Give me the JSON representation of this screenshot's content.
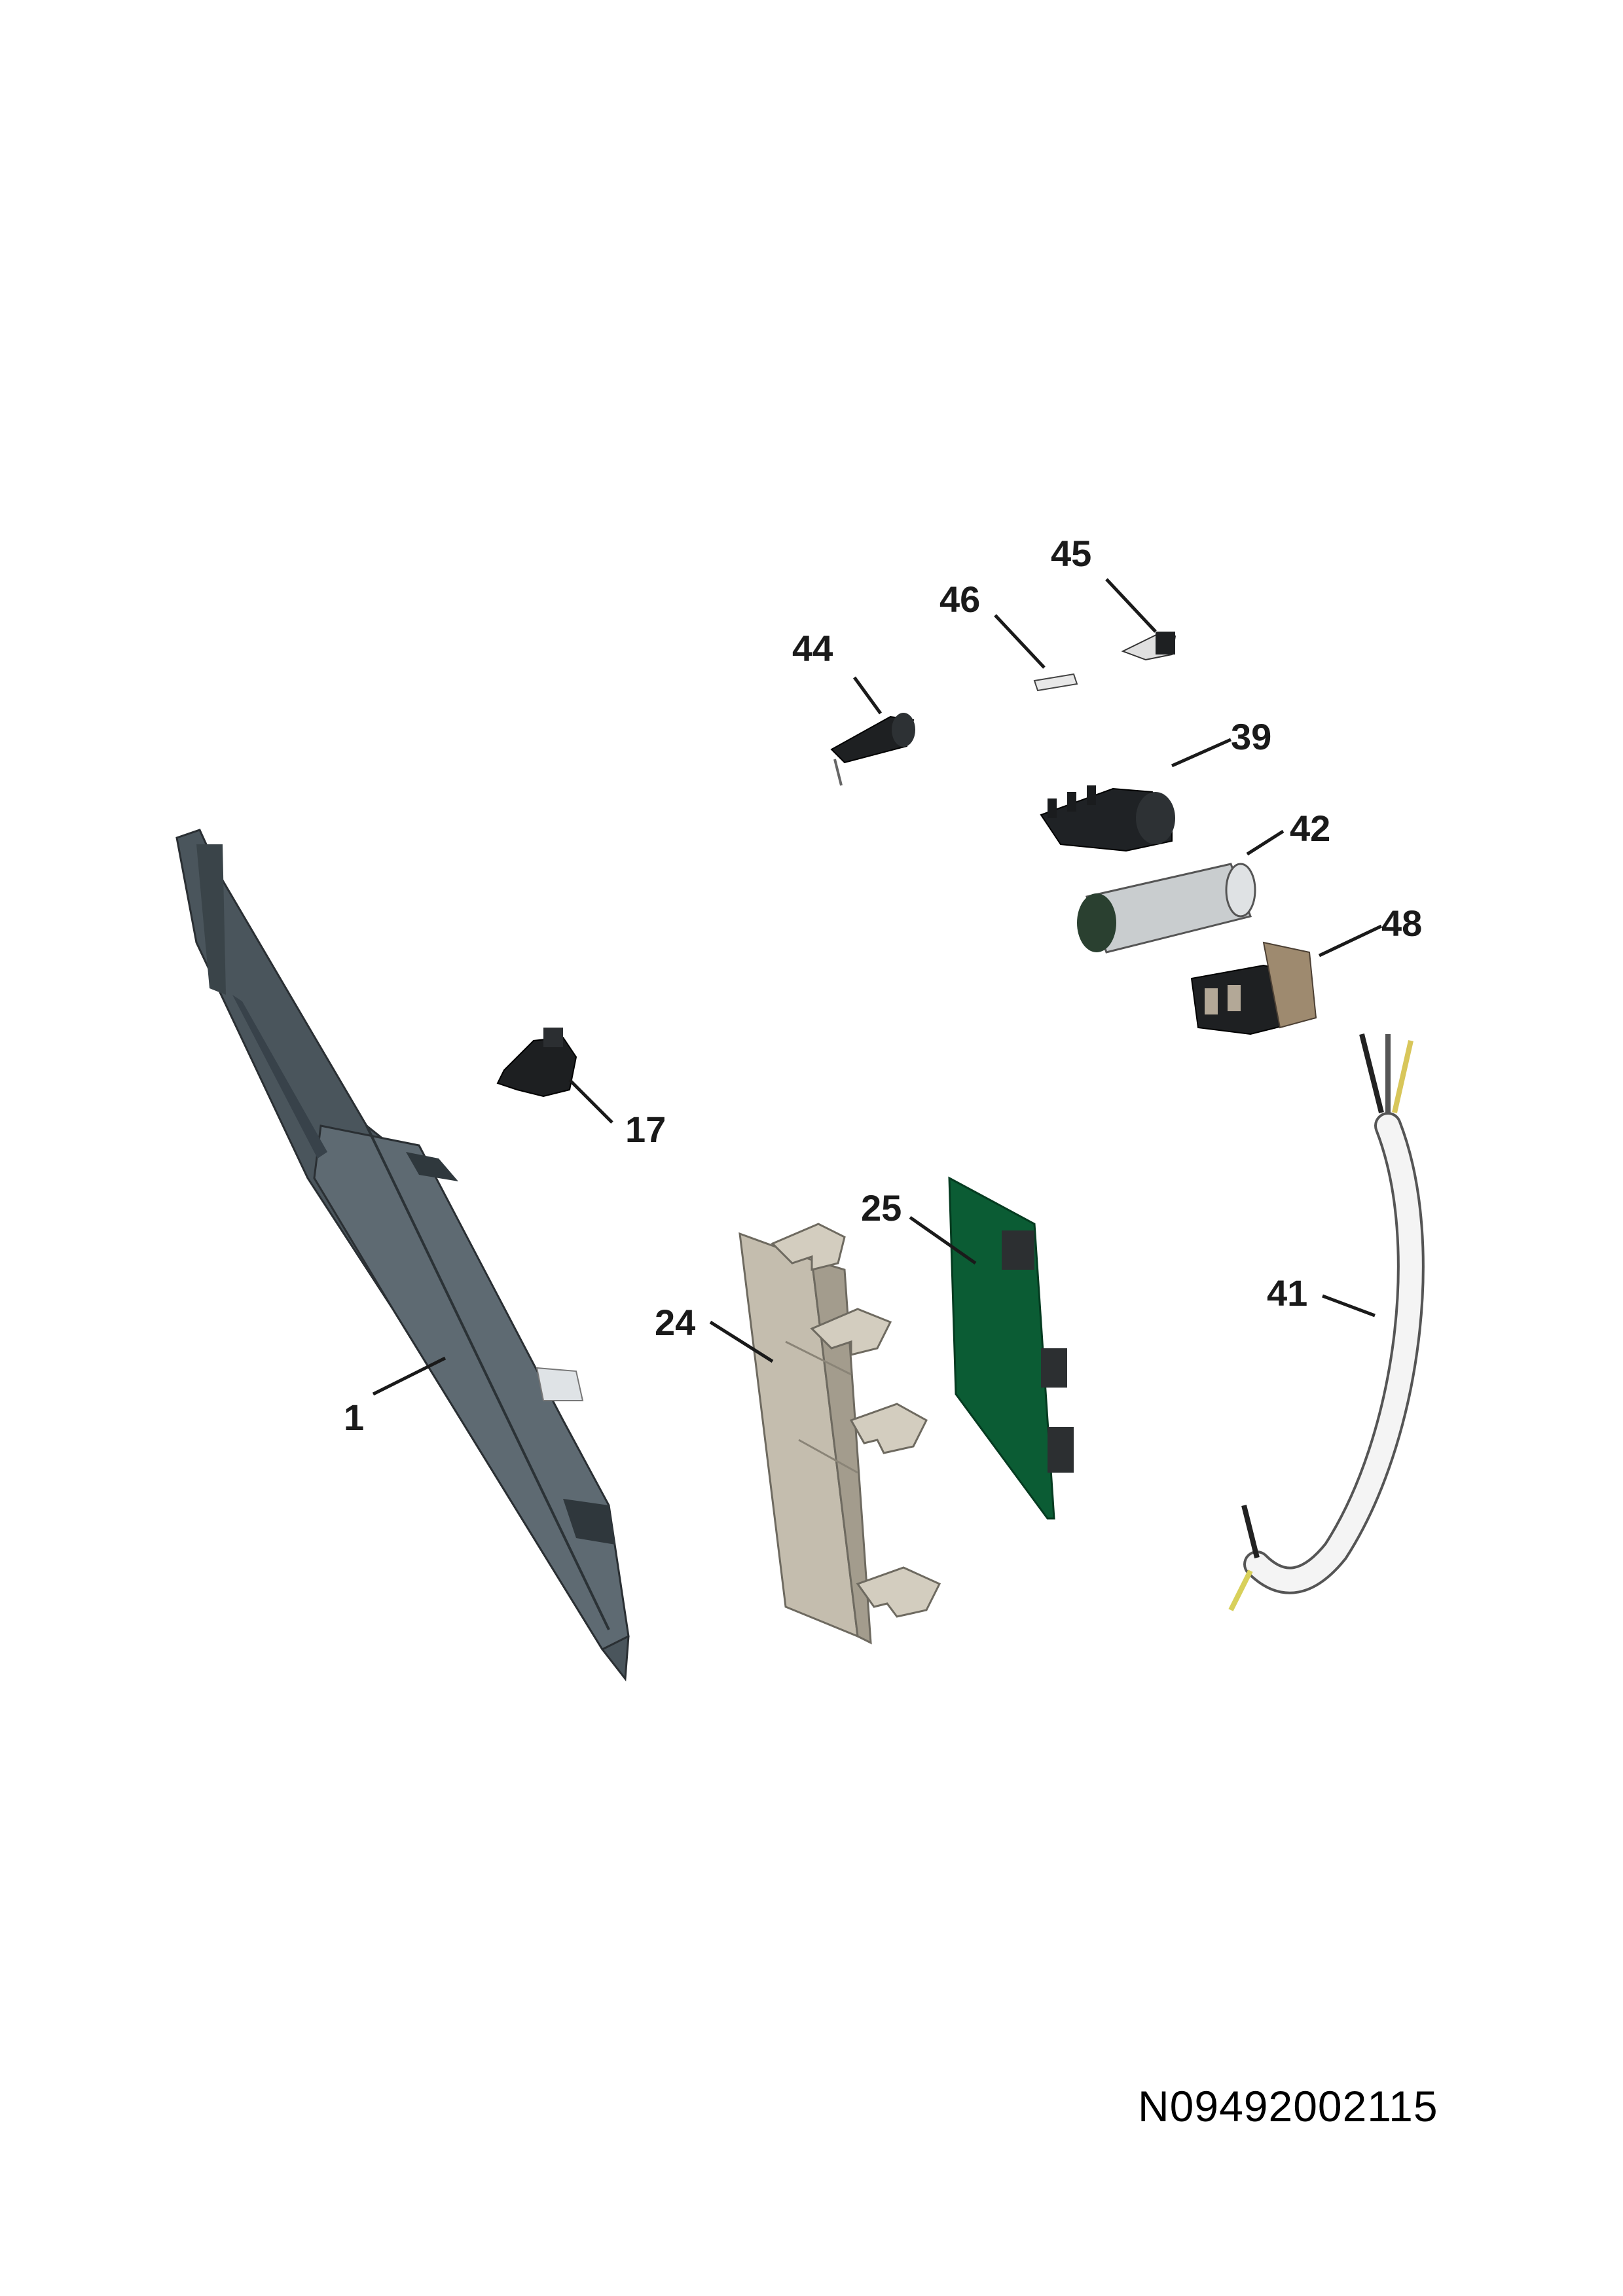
{
  "parts": [
    {
      "id": "part-1",
      "label": "1"
    },
    {
      "id": "part-17",
      "label": "17"
    },
    {
      "id": "part-24",
      "label": "24"
    },
    {
      "id": "part-25",
      "label": "25"
    },
    {
      "id": "part-39",
      "label": "39"
    },
    {
      "id": "part-41",
      "label": "41"
    },
    {
      "id": "part-42",
      "label": "42"
    },
    {
      "id": "part-44",
      "label": "44"
    },
    {
      "id": "part-45",
      "label": "45"
    },
    {
      "id": "part-46",
      "label": "46"
    },
    {
      "id": "part-48",
      "label": "48"
    }
  ],
  "drawing_code": "N09492002115",
  "colors": {
    "panel_dark": "#3f4a52",
    "panel_mid": "#5c6870",
    "bracket": "#bdb6a6",
    "pcb_green": "#0b5c34",
    "cable_white": "#f4f4f4",
    "motor_silver": "#c9cdcf"
  }
}
